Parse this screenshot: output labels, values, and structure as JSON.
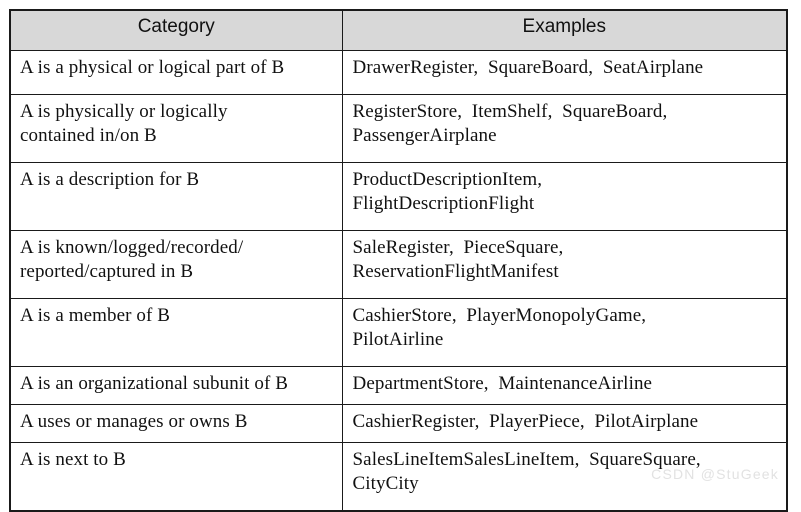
{
  "table": {
    "columns": [
      "Category",
      "Examples"
    ],
    "rows": [
      {
        "category_lines": [
          "A is a physical or logical part of B"
        ],
        "examples_lines": [
          "DrawerRegister,  SquareBoard,  SeatAirplane"
        ]
      },
      {
        "category_lines": [
          "A is physically or logically",
          "contained in/on B"
        ],
        "examples_lines": [
          "RegisterStore,  ItemShelf,  SquareBoard,",
          "PassengerAirplane"
        ]
      },
      {
        "category_lines": [
          "A is a description for B"
        ],
        "examples_lines": [
          "ProductDescriptionItem,",
          "FlightDescriptionFlight"
        ]
      },
      {
        "category_lines": [
          "A is known/logged/recorded/",
          "reported/captured in B"
        ],
        "examples_lines": [
          "SaleRegister,  PieceSquare,",
          "ReservationFlightManifest"
        ]
      },
      {
        "category_lines": [
          "A is a member of B"
        ],
        "examples_lines": [
          "CashierStore,  PlayerMonopolyGame,",
          "PilotAirline"
        ]
      },
      {
        "category_lines": [
          "A is an organizational subunit of B"
        ],
        "examples_lines": [
          "DepartmentStore,  MaintenanceAirline"
        ]
      },
      {
        "category_lines": [
          "A uses or manages or owns B"
        ],
        "examples_lines": [
          "CashierRegister,  PlayerPiece,  PilotAirplane"
        ]
      },
      {
        "category_lines": [
          "A is next to B"
        ],
        "examples_lines": [
          "SalesLineItemSalesLineItem,  SquareSquare,",
          "CityCity"
        ]
      }
    ]
  },
  "watermark": {
    "text": "CSDN @StuGeek",
    "color": "#e2e2e2"
  },
  "colors": {
    "header_background": "#d8d8d8",
    "border": "#1a1a1a",
    "text": "#111111",
    "page_background": "#ffffff"
  }
}
